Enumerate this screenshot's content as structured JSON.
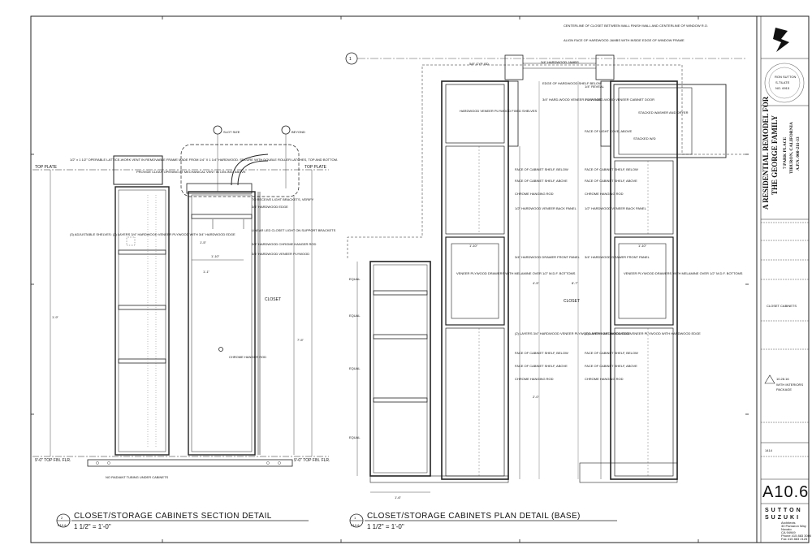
{
  "title_block": {
    "project_line1": "A RESIDENTIAL REMODEL FOR",
    "project_line2": "THE GEORGE FAMILY",
    "address1": "7 PARK PLACE",
    "address2": "TIBURON, CALIFORNIA",
    "apn": "A.P.N. 060-211-33",
    "stamp_name": "RON SUTTON",
    "stamp_city": "S-TILATE",
    "stamp_number": "NO. 6915",
    "sheet_title": "CLOSET CABINETS",
    "revision": "10.28.16",
    "revision_note1": "WITH INTERIORS",
    "revision_note2": "PACKAGE",
    "job_number": "1414",
    "sheet_number": "A10.6",
    "firm_line1": "SUTTON",
    "firm_line2": "SUZUKI",
    "firm_details": [
      "Architects",
      "30 Pamaron Way",
      "Novato",
      "CA 94949",
      "Phone 415 883 3000",
      "Fax 415 883 2125"
    ]
  },
  "detail_2": {
    "number": "2",
    "sheet": "A10.6",
    "title": "CLOSET/STORAGE  CABINETS SECTION DETAIL",
    "scale": "1 1/2\" = 1'-0\"",
    "callouts": [
      "TOP PLATE",
      "TOP PLATE",
      "9'-0\" TOP FIN. FLR.",
      "9'-0\" TOP FIN. FLR."
    ],
    "notes": [
      "1/2\" x 1 1/2\" OPERABLE LATTICE-WORK VENT IN REMOVABLE FRAME MADE FROM 1/4\" X 1 1/4\" HARDWOOD. SECURE WITH DOUBLE ROLLER LATCHES, TOP AND BOTTOM.",
      "PROVIDE CLEAR OPENING AT MECHANICAL VENT IN CEILING, ABOVE",
      "(3) ADJUSTABLE SHELVES: (2) LAYERS 3/4\" HARDWOOD VENEER PLYWOOD WITH 3/4\" HARDWOOD EDGE",
      "SLOT SIZE",
      "BEYOND",
      "TO RECEIVE LIGHT BRACKETS, VERIFY",
      "3/4\" HARDWOOD EDGE",
      "LINEAR LED CLOSET LIGHT ON SUPPORT BRACKETS",
      "3/4\" HARDWOOD CHROME HANGER ROD",
      "3/4\" HARDWOOD VENEER PLYWOOD",
      "CLOSET",
      "CHROME HANGER ROD",
      "NO RADIANT TUBING UNDER CABINETS"
    ],
    "dims": [
      "1'-10\"",
      "1'-5\"",
      "7'-5\"",
      "1'-1\"",
      "1'-9\""
    ]
  },
  "detail_1": {
    "number": "1",
    "sheet": "A10.6",
    "title": "CLOSET/STORAGE CABINETS PLAN DETAIL (BASE)",
    "scale": "1 1/2\" = 1'-0\"",
    "grid_bubble": "1",
    "notes_top": [
      "CENTERLINE OF CLOSET BETWEEN WALL FINISH WALL AND CENTERLINE OF WINDOW R.O.",
      "ALIGN FACE OF HARDWOOD JAMBS WITH INSIDE EDGE OF WINDOW FRAME",
      "5/8\" GYP. BD.",
      "3/4\" HARDWOOD JAMBS",
      "EDGE OF HARDWOOD SHELF BELOW",
      "3/4\" HARD-WOOD VENEER PLYWOOD",
      "1/4\" REVEAL",
      "1 1/4\" HARD-WOOD VENEER CABINET DOOR",
      "FACE OF LIGHT COVE, ABOVE"
    ],
    "notes_left": [
      "HARDWOOD VENEER PLYWOOD FIXED SHELVES",
      "FACE OF CABINET SHELF, BELOW",
      "FACE OF CABINET SHELF, ABOVE",
      "CHROME HANGING ROD",
      "1/2\" HARDWOOD VENEER BACK PANEL",
      "VENEER PLYWOOD DRAWERS WITH MELAMINE OVER 1/2\" M.D.F. BOTTOMS",
      "3/4\" HARDWOOD DRAWER FRONT PANEL",
      "(2) LAYERS 3/4\" HARDWOOD VENEER PLYWOOD WITH HARDWOOD EDGE",
      "FACE OF CABINET SHELF, BELOW",
      "FACE OF CABINET SHELF, ABOVE",
      "CHROME HANGING ROD"
    ],
    "notes_right": [
      "STACKED WASHER AND DRYER",
      "STACKED W/D",
      "FACE OF CABINET SHELF, BELOW",
      "FACE OF CABINET SHELF, ABOVE",
      "CHROME HANGING ROD",
      "1/2\" HARDWOOD VENEER BACK PANEL",
      "VENEER PLYWOOD DRAWERS WITH MELAMINE OVER 1/2\" M.D.F. BOTTOMS",
      "3/4\" HARDWOOD DRAWER FRONT PANEL",
      "(2) LAYERS 3/4\" HARDWOOD VENEER PLYWOOD WITH HARDWOOD EDGE",
      "FACE OF CABINET SHELF, BELOW",
      "FACE OF CABINET SHELF, ABOVE",
      "CHROME HANGING ROD"
    ],
    "center_label": "CLOSET",
    "dims": [
      "1'-10\"",
      "1'-10\"",
      "1'-6\"",
      "EQUAL",
      "EQUAL",
      "EQUAL",
      "EQUAL",
      "4'-5\"",
      "2'-0\"",
      "8'-7\""
    ]
  }
}
